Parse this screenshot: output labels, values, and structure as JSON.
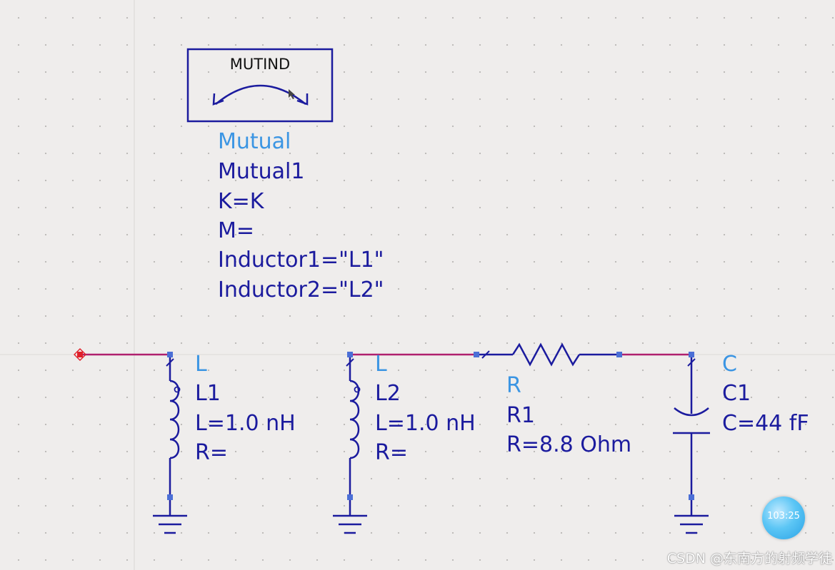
{
  "colors": {
    "wire": "#b0206e",
    "component": "#1b1b9e",
    "pin": "#4b6fd6",
    "port": "#e0202a",
    "type_label": "#3b95e3"
  },
  "mutual": {
    "box_title": "MUTIND",
    "type": "Mutual",
    "instance": "Mutual1",
    "params": [
      "K=K",
      "M=",
      "Inductor1=\"L1\"",
      "Inductor2=\"L2\""
    ]
  },
  "components": [
    {
      "type": "L",
      "instance": "L1",
      "params": [
        "L=1.0 nH",
        "R="
      ]
    },
    {
      "type": "L",
      "instance": "L2",
      "params": [
        "L=1.0 nH",
        "R="
      ]
    },
    {
      "type": "R",
      "instance": "R1",
      "params": [
        "R=8.8 Ohm"
      ]
    },
    {
      "type": "C",
      "instance": "C1",
      "params": [
        "C=44 fF"
      ]
    }
  ],
  "badge": {
    "time": "103:25"
  },
  "watermark": "CSDN @东南方的射频学徒"
}
